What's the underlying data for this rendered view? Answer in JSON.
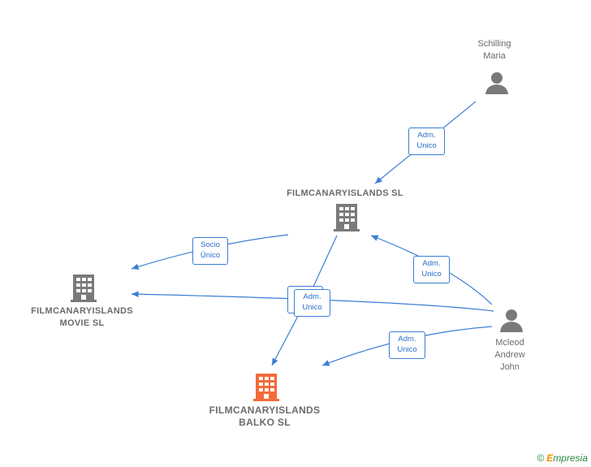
{
  "nodes": {
    "schilling": {
      "label": "Schilling\nMaria",
      "icon": "person-icon"
    },
    "filmcanary_sl": {
      "label": "FILMCANARYISLANDS SL",
      "icon": "building-icon"
    },
    "movie_sl": {
      "label": "FILMCANARYISLANDS\nMOVIE  SL",
      "icon": "building-icon"
    },
    "balko_sl": {
      "label": "FILMCANARYISLANDS\nBALKO  SL",
      "icon": "building-icon"
    },
    "mcleod": {
      "label": "Mcleod\nAndrew\nJohn",
      "icon": "person-icon"
    }
  },
  "edges": {
    "schilling_to_sl": "Adm.\nUnico",
    "sl_to_movie": "Socio\nÚnico",
    "mcleod_to_sl": "Adm.\nUnico",
    "sl_to_balko": "Adm.\nUnico",
    "mcleod_to_balko": "Adm.\nUnico"
  },
  "colors": {
    "edge": "#3a7fd5",
    "node_gray": "#7a7a7a",
    "node_main": "#f26b3a"
  },
  "watermark": {
    "copyright": "©",
    "brand_initial": "E",
    "brand_rest": "mpresia"
  }
}
